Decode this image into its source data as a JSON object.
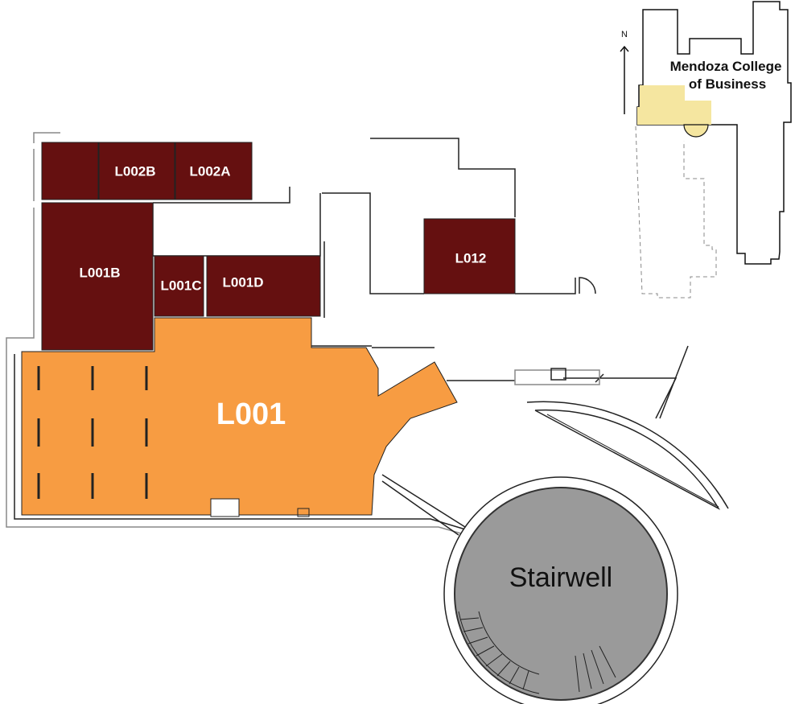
{
  "colors": {
    "room_dark": "#651010",
    "room_main": "#F79C42",
    "stairwell": "#9A9A9A",
    "highlight": "#F5E6A0"
  },
  "rooms": {
    "l002b": "L002B",
    "l002a": "L002A",
    "l001b": "L001B",
    "l001c": "L001C",
    "l001d": "L001D",
    "l012": "L012",
    "l001": "L001",
    "stairwell": "Stairwell"
  },
  "inset": {
    "north": "N",
    "building_line1": "Mendoza College",
    "building_line2": "of Business"
  }
}
